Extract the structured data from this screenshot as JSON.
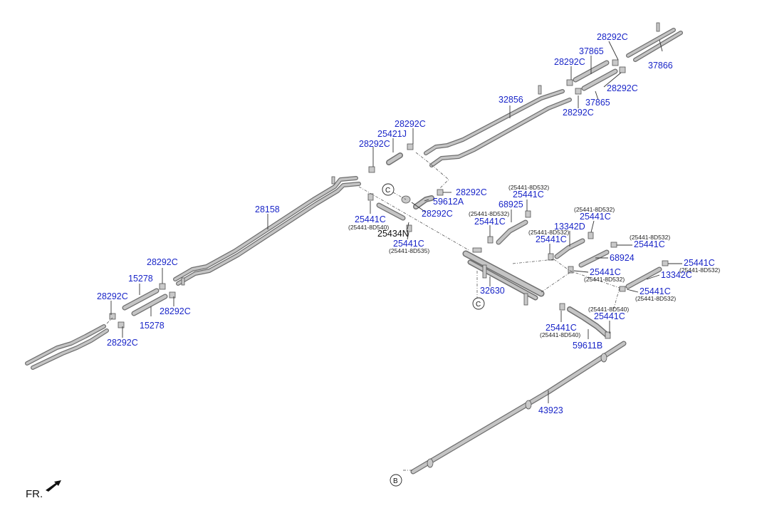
{
  "labels": {
    "l_28292c_a": "28292C",
    "l_37865_a": "37865",
    "l_37866": "37866",
    "l_28292c_b": "28292C",
    "l_28292c_c": "28292C",
    "l_37865_b": "37865",
    "l_28292c_d": "28292C",
    "l_32856": "32856",
    "l_28292c_e": "28292C",
    "l_25421j": "25421J",
    "l_28292c_f": "28292C",
    "l_28292c_g": "28292C",
    "l_59612a": "59612A",
    "l_28292c_h": "28292C",
    "l_28158": "28158",
    "l_25441c_a": "25441C",
    "l_25441c_a_sub": "(25441-8D540)",
    "l_25434n": "25434N",
    "l_25441c_b": "25441C",
    "l_25441c_b_sub": "(25441-8D535)",
    "l_25441c_c_sub": "(25441-8D532)",
    "l_25441c_c": "25441C",
    "l_68925": "68925",
    "l_25441c_d_sub": "(25441-8D532)",
    "l_25441c_d": "25441C",
    "l_13342d": "13342D",
    "l_25441c_e_sub": "(25441-8D532)",
    "l_25441c_e": "25441C",
    "l_25441c_f_sub": "(25441-8D532)",
    "l_25441c_f": "25441C",
    "l_25441c_g_sub": "(25441-8D532)",
    "l_25441c_g": "25441C",
    "l_68924": "68924",
    "l_25441c_h": "25441C",
    "l_25441c_h_sub": "(25441-8D532)",
    "l_25441c_i": "25441C",
    "l_25441c_i_sub": "(25441-8D532)",
    "l_13342c": "13342C",
    "l_25441c_j": "25441C",
    "l_25441c_j_sub": "(25441-8D532)",
    "l_25441c_k_sub": "(25441-8D540)",
    "l_25441c_k": "25441C",
    "l_32630": "32630",
    "l_25441c_l": "25441C",
    "l_25441c_l_sub": "(25441-8D540)",
    "l_59611b": "59611B",
    "l_28292c_i": "28292C",
    "l_15278_a": "15278",
    "l_28292c_j": "28292C",
    "l_28292c_k": "28292C",
    "l_15278_b": "15278",
    "l_28292c_l": "28292C",
    "l_43923": "43923",
    "circle_c_1": "C",
    "circle_c_2": "C",
    "circle_b": "B",
    "fr": "FR."
  }
}
